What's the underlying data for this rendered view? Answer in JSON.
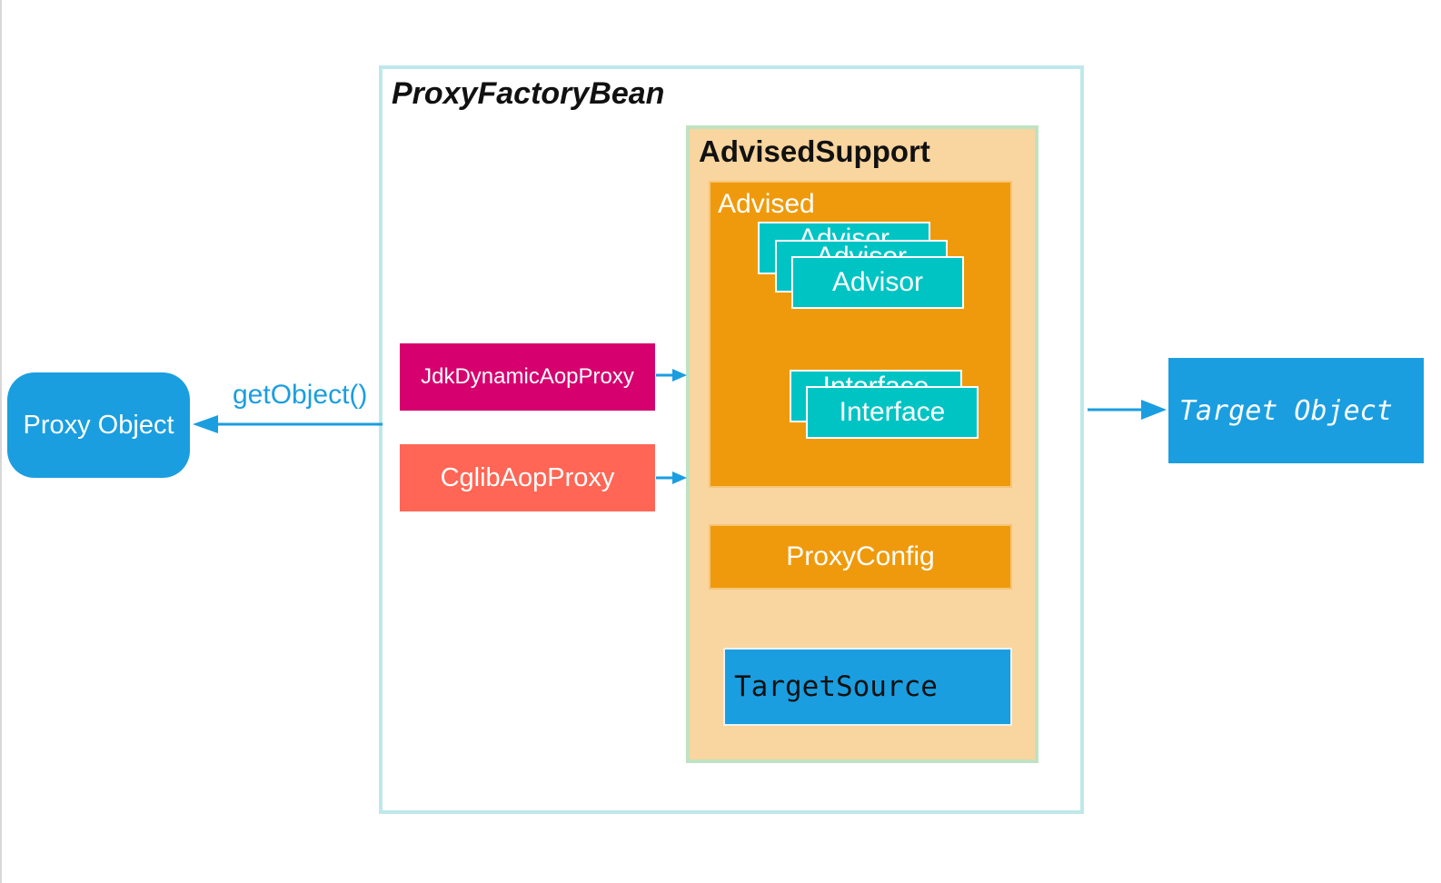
{
  "proxy_factory_bean": {
    "title": "ProxyFactoryBean"
  },
  "advised_support": {
    "title": "AdvisedSupport"
  },
  "advised": {
    "title": "Advised",
    "advisor_label": "Advisor",
    "interface_label": "Interface"
  },
  "proxy_config": {
    "label": "ProxyConfig"
  },
  "target_source": {
    "label": "TargetSource"
  },
  "jdk_proxy": {
    "label": "JdkDynamicAopProxy"
  },
  "cglib_proxy": {
    "label": "CglibAopProxy"
  },
  "proxy_object": {
    "label": "Proxy Object"
  },
  "target_object": {
    "label": "Target Object"
  },
  "get_object": {
    "label": "getObject()"
  },
  "colors": {
    "container_border": "#bfe8ea",
    "advised_support_fill": "#f9d59f",
    "advised_fill": "#ef9a0c",
    "card_fill": "#00c4c4",
    "jdk_fill": "#d6006e",
    "cglib_fill": "#ff6655",
    "blue": "#1a9ee0"
  }
}
